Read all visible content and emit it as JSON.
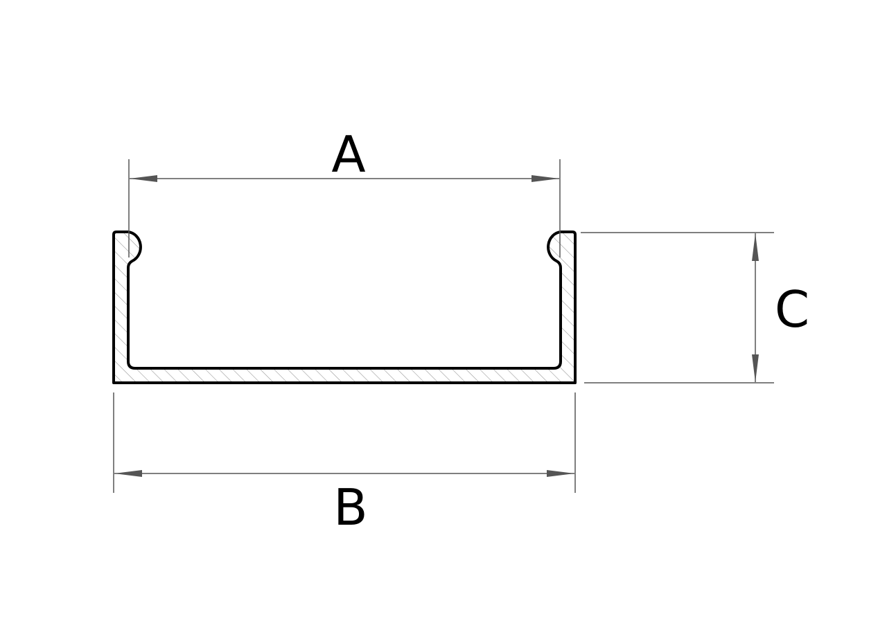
{
  "diagram": {
    "labels": {
      "width_inner": "A",
      "width_outer": "B",
      "height": "C"
    },
    "colors": {
      "outline": "#000000",
      "dimension": "#555555",
      "hatch": "#9a9a9a"
    }
  }
}
